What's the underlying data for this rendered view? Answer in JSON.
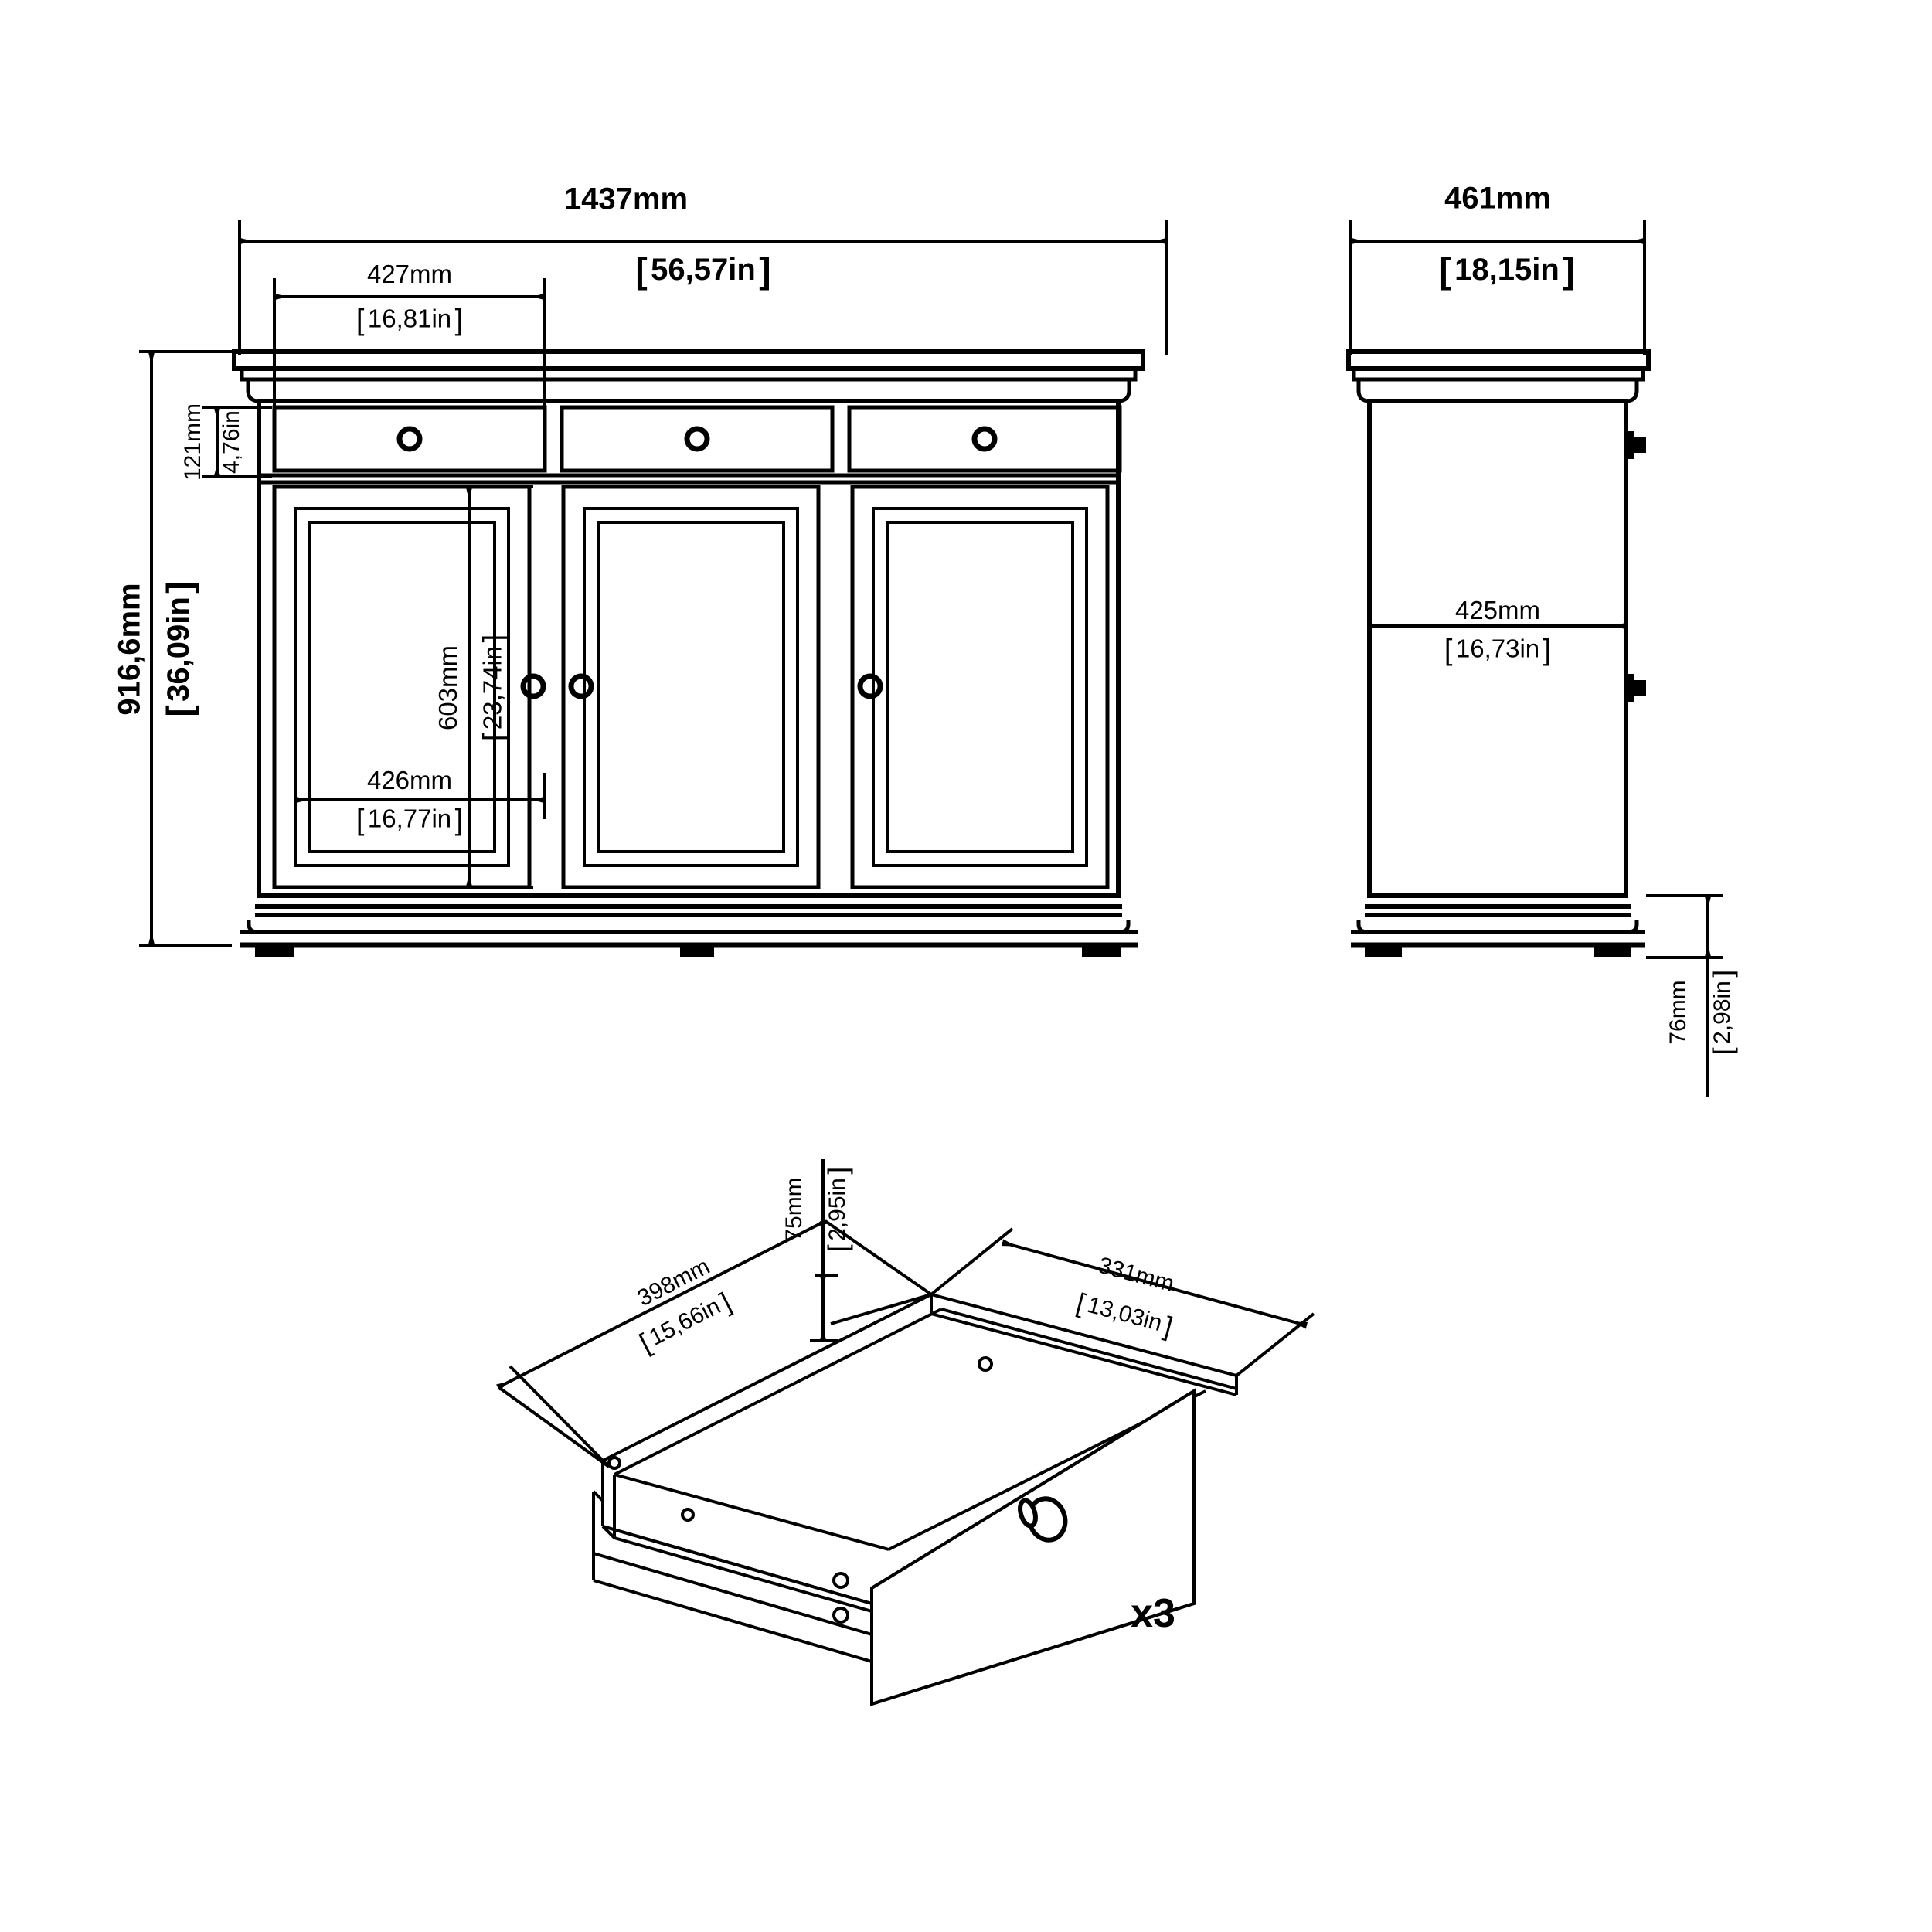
{
  "drawing": {
    "title": "Sideboard assembly dimension drawing",
    "views": {
      "front": "front-elevation",
      "side": "side-elevation",
      "detail": "drawer-isometric-detail"
    }
  },
  "front_view": {
    "overall_width": {
      "mm": "1437mm",
      "in": "56,57in"
    },
    "drawer_width": {
      "mm": "427mm",
      "in": "16,81in"
    },
    "overall_height": {
      "mm": "916,6mm",
      "in": "36,09in"
    },
    "drawer_height": {
      "mm": "121mm",
      "in": "4,76in"
    },
    "door_height": {
      "mm": "603mm",
      "in": "23,74in"
    },
    "door_width": {
      "mm": "426mm",
      "in": "16,77in"
    },
    "drawer_count": 3,
    "door_count": 3,
    "knob_count": 6
  },
  "side_view": {
    "overall_depth": {
      "mm": "461mm",
      "in": "18,15in"
    },
    "inner_depth": {
      "mm": "425mm",
      "in": "16,73in"
    },
    "plinth_height": {
      "mm": "76mm",
      "in": "2,98in"
    },
    "hinge_count": 2
  },
  "drawer_detail": {
    "height": {
      "mm": "75mm",
      "in": "2,95in"
    },
    "width": {
      "mm": "398mm",
      "in": "15,66in"
    },
    "depth": {
      "mm": "331mm",
      "in": "13,03in"
    },
    "quantity_label": "x3"
  },
  "colors": {
    "line": "#000000",
    "background": "#ffffff"
  }
}
